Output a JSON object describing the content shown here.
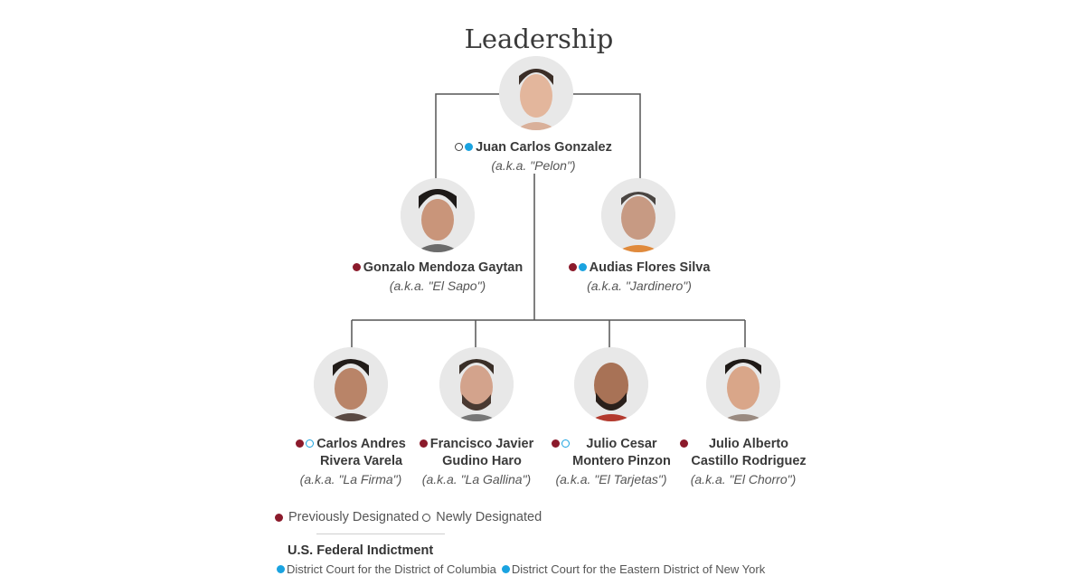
{
  "title": "Leadership",
  "people": {
    "leader": {
      "name": "Juan Carlos Gonzalez",
      "aka": "(a.k.a. \"Pelon\")",
      "markers": [
        "new",
        "dc"
      ]
    },
    "lieutenant_left": {
      "name": "Gonzalo Mendoza Gaytan",
      "aka": "(a.k.a. \"El Sapo\")",
      "markers": [
        "prev"
      ]
    },
    "lieutenant_right": {
      "name": "Audias Flores Silva",
      "aka": "(a.k.a. \"Jardinero\")",
      "markers": [
        "prev",
        "dc"
      ]
    },
    "member_1": {
      "name": "Carlos Andres\nRivera Varela",
      "aka": "(a.k.a. \"La Firma\")",
      "markers": [
        "prev",
        "edny"
      ]
    },
    "member_2": {
      "name": "Francisco Javier\nGudino Haro",
      "aka": "(a.k.a. \"La Gallina\")",
      "markers": [
        "prev"
      ]
    },
    "member_3": {
      "name": "Julio Cesar\nMontero Pinzon",
      "aka": "(a.k.a. \"El Tarjetas\")",
      "markers": [
        "prev",
        "edny"
      ]
    },
    "member_4": {
      "name": "Julio Alberto\nCastillo Rodriguez",
      "aka": "(a.k.a. \"El Chorro\")",
      "markers": [
        "prev"
      ]
    }
  },
  "legend": {
    "previously_designated": "Previously Designated",
    "newly_designated": "Newly Designated"
  },
  "indictment": {
    "heading": "U.S. Federal Indictment",
    "dc_court": "District Court for the District of Columbia",
    "edny_court": "District Court for the Eastern District of New York"
  },
  "colors": {
    "previously_designated": "#8b1a2b",
    "newly_designated": "#444444",
    "dc_court": "#1aa3e0",
    "edny_court": "#1aa3e0",
    "connector": "#555555"
  }
}
